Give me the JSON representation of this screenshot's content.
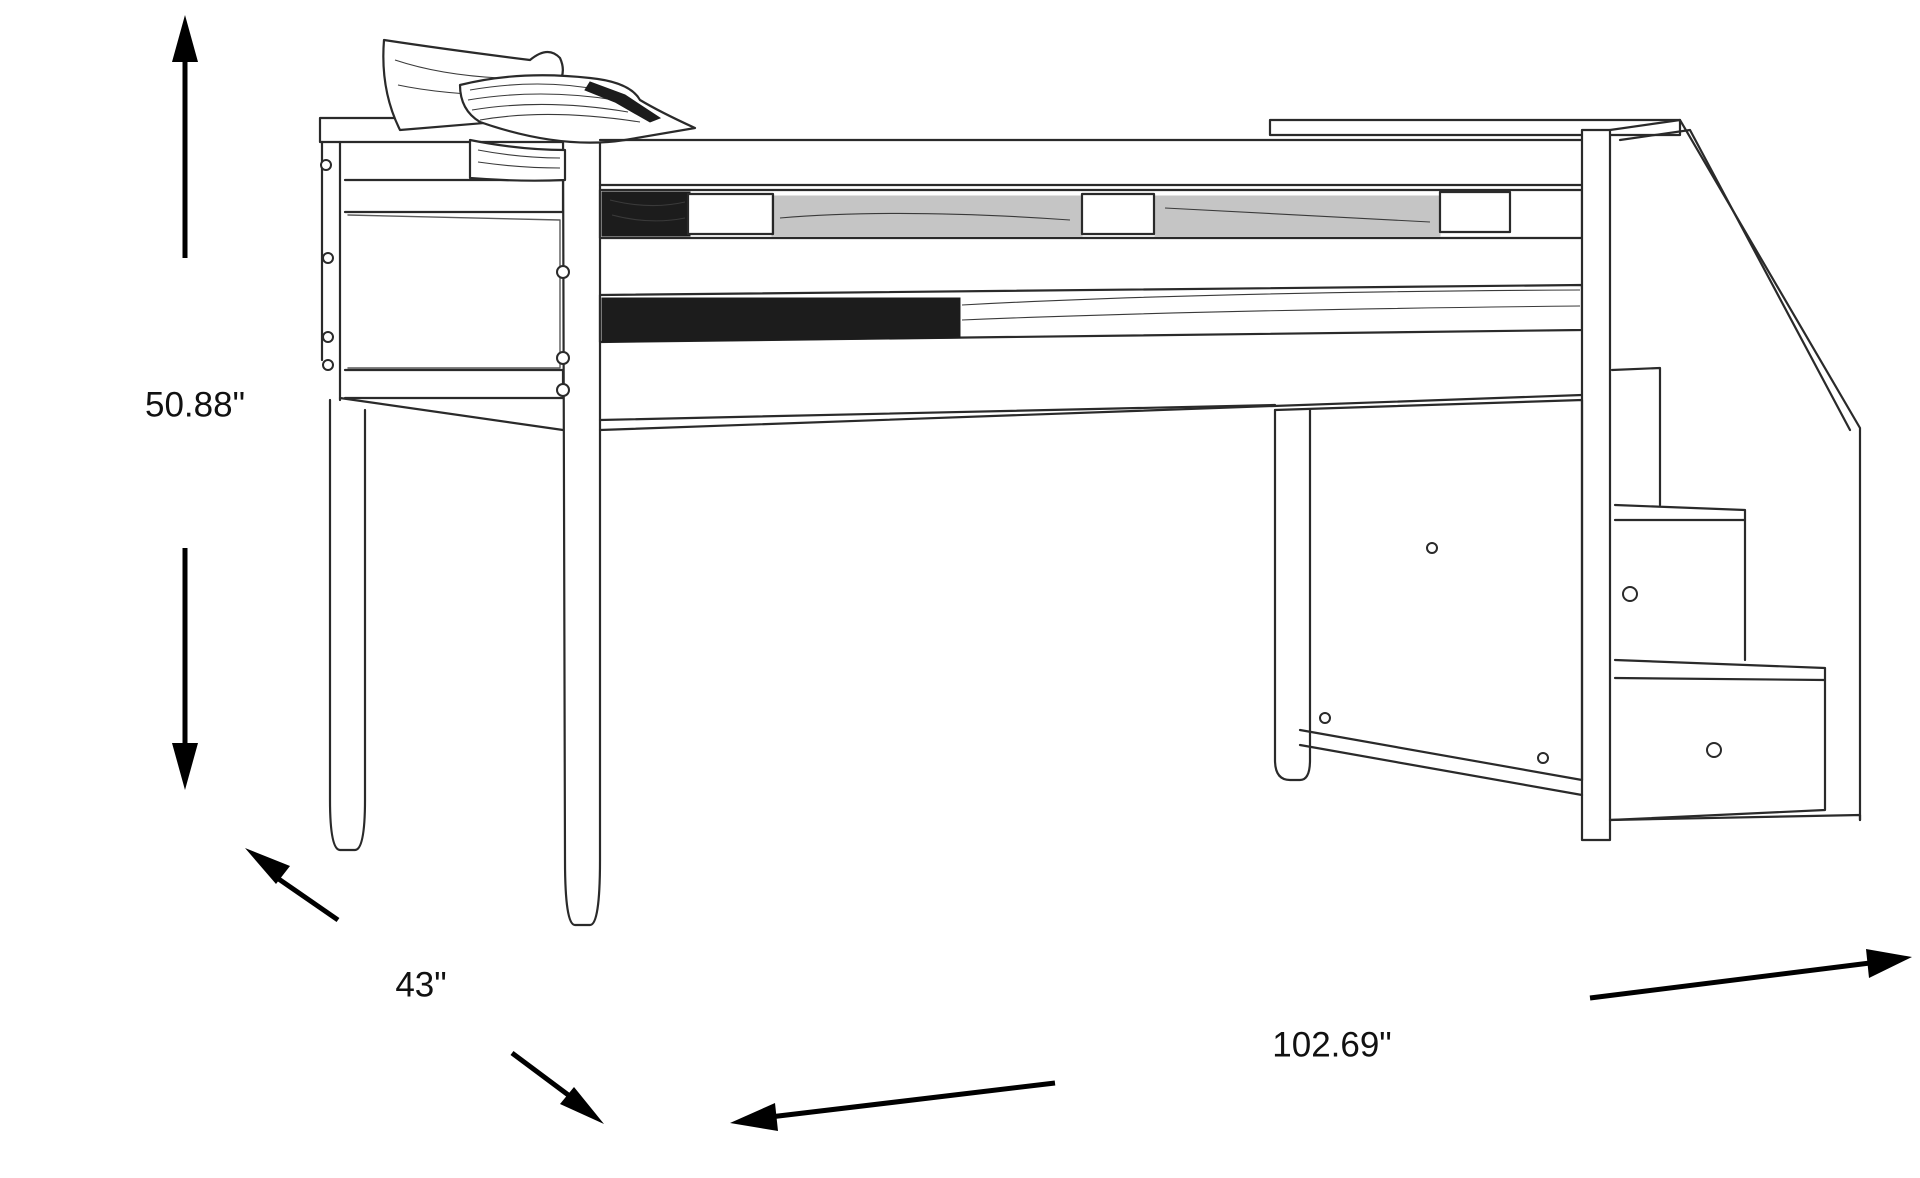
{
  "dimensions": {
    "height": "50.88\"",
    "depth": "43\"",
    "width": "102.69\""
  },
  "colors": {
    "ink": "#2a2a2a",
    "arrow": "#000000",
    "background": "#ffffff"
  }
}
